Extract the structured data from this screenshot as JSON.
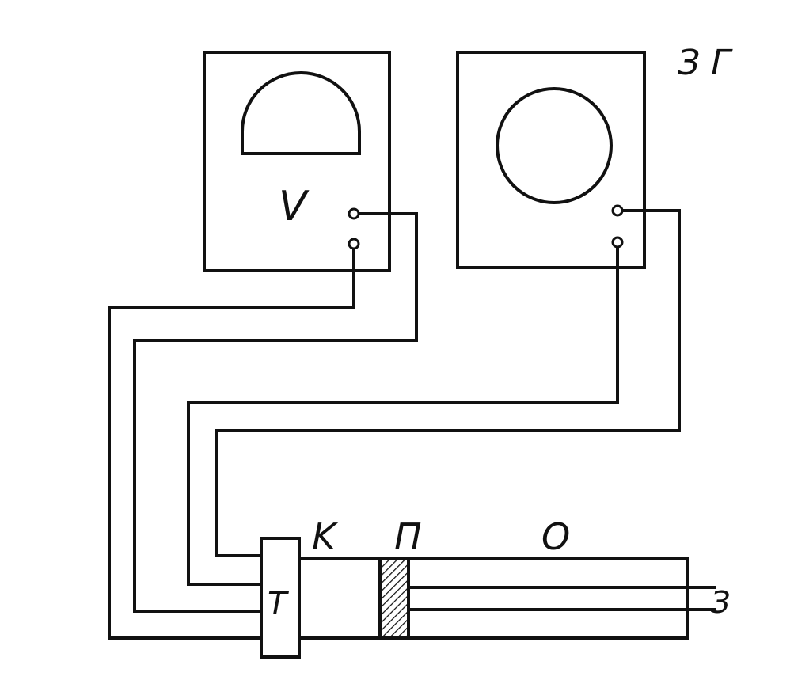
{
  "labels": {
    "generator": "З Г",
    "voltmeter": "V",
    "transducer": "T",
    "chamber": "K",
    "sample": "П",
    "rod": "O",
    "end_mark": "З"
  },
  "colors": {
    "ink": "#111111",
    "paper": "#ffffff"
  }
}
